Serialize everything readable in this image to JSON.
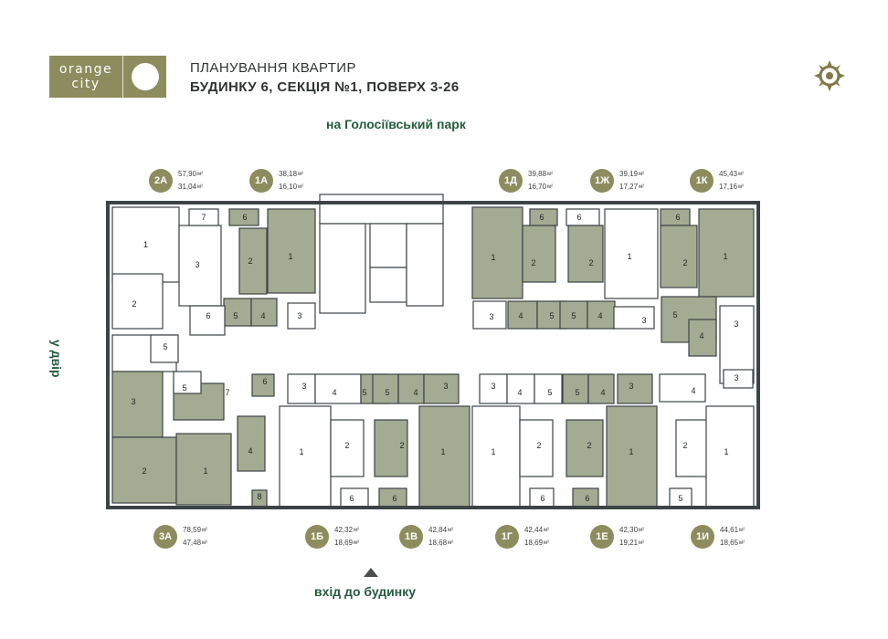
{
  "logo": {
    "line1": "orange",
    "line2": "city"
  },
  "title": {
    "line1": "ПЛАНУВАННЯ КВАРТИР",
    "line2": "БУДИНКУ 6, СЕКЦІЯ №1, ПОВЕРХ 3-26"
  },
  "directions": {
    "top": "на Голосіївський парк",
    "side": "у двір",
    "bottom": "вхід до будинку"
  },
  "area_unit": "м²",
  "apartments_top": [
    {
      "id": "2А",
      "total": "57,90",
      "living": "31,04"
    },
    {
      "id": "1А",
      "total": "38,18",
      "living": "16,10"
    },
    {
      "id": "1Д",
      "total": "39,88",
      "living": "16,70"
    },
    {
      "id": "1Ж",
      "total": "39,19",
      "living": "17,27"
    },
    {
      "id": "1К",
      "total": "45,43",
      "living": "17,16"
    }
  ],
  "apartments_bottom": [
    {
      "id": "3А",
      "total": "78,59",
      "living": "47,48"
    },
    {
      "id": "1Б",
      "total": "42,32",
      "living": "18,69"
    },
    {
      "id": "1В",
      "total": "42,84",
      "living": "18,68"
    },
    {
      "id": "1Г",
      "total": "42,44",
      "living": "18,69"
    },
    {
      "id": "1Е",
      "total": "42,30",
      "living": "19,21"
    },
    {
      "id": "1И",
      "total": "44,61",
      "living": "18,65"
    }
  ],
  "colors": {
    "room_green": "#a3ab93",
    "room_light": "#ffffff",
    "wall": "#3c4446",
    "badge": "#8c8c5e",
    "accent_text": "#245c3c"
  },
  "icons": [
    "compass-icon",
    "entrance-arrow-icon"
  ]
}
